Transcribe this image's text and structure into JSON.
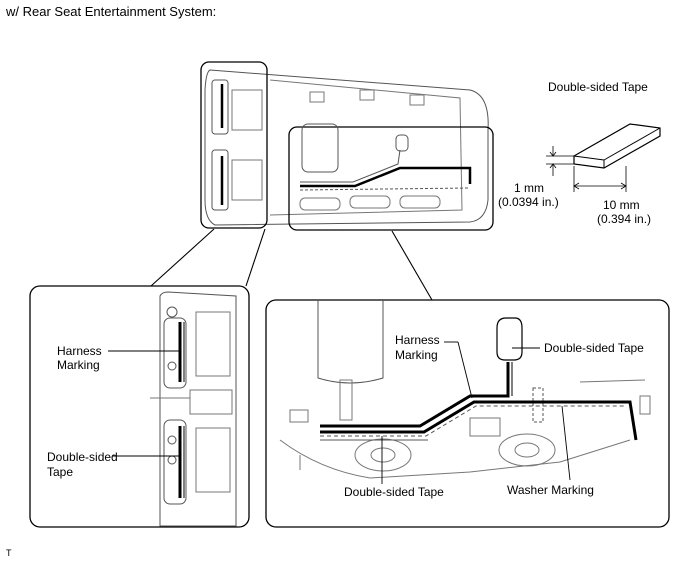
{
  "heading": "w/ Rear Seat Entertainment System:",
  "illustration_code": "T",
  "tape_detail": {
    "title": "Double-sided Tape",
    "thickness_mm": "1 mm",
    "thickness_in": "(0.0394 in.)",
    "width_mm": "10 mm",
    "width_in": "(0.394 in.)"
  },
  "left_callout": {
    "harness_marking_line1": "Harness",
    "harness_marking_line2": "Marking",
    "tape_line1": "Double-sided",
    "tape_line2": "Tape"
  },
  "right_callout": {
    "harness_marking_line1": "Harness",
    "harness_marking_line2": "Marking",
    "tape_top": "Double-sided Tape",
    "tape_bottom": "Double-sided Tape",
    "washer_marking": "Washer Marking"
  }
}
